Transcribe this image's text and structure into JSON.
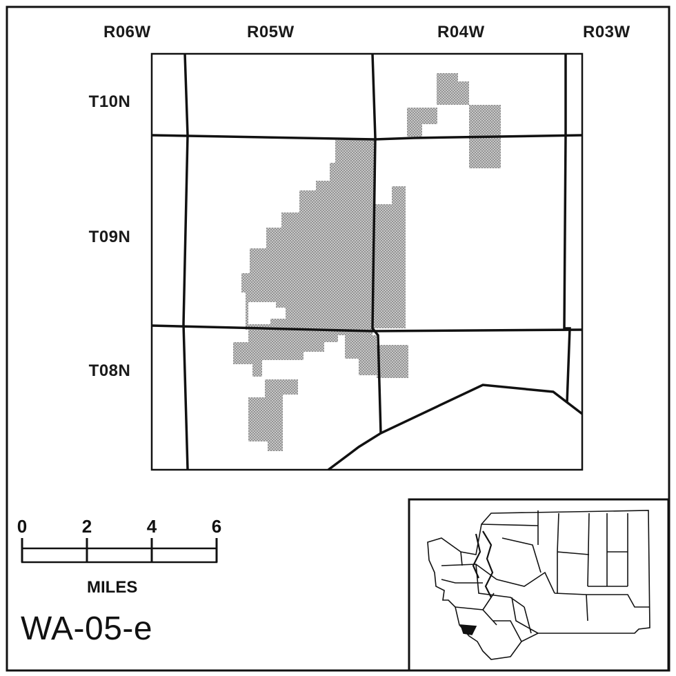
{
  "map_id": "WA-05-e",
  "ranges": [
    "R06W",
    "R05W",
    "R04W",
    "R03W"
  ],
  "townships": [
    "T10N",
    "T09N",
    "T08N"
  ],
  "scale": {
    "ticks": [
      "0",
      "2",
      "4",
      "6"
    ],
    "units": "MILES"
  },
  "colors": {
    "line": "#111111",
    "shaded_area": "#9a9a9a",
    "background": "#ffffff"
  },
  "inset": {
    "region": "Washington State",
    "highlight": "study-area-marker"
  }
}
